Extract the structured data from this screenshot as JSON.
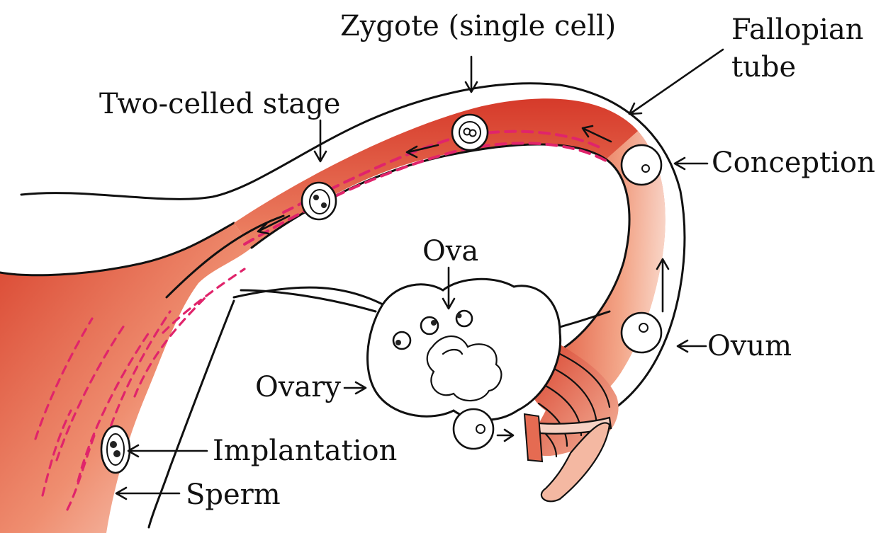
{
  "labels": {
    "zygote": "Zygote (single cell)",
    "fallopian_1": "Fallopian",
    "fallopian_2": "tube",
    "two_celled": "Two-celled stage",
    "conception": "Conception",
    "ova": "Ova",
    "ovum": "Ovum",
    "ovary": "Ovary",
    "implantation": "Implantation",
    "sperm": "Sperm"
  },
  "colors": {
    "tissue_light": "#f6c9b4",
    "tissue_mid": "#ec7a5a",
    "tissue_dark": "#d63a2a",
    "dashes": "#e0246b"
  }
}
